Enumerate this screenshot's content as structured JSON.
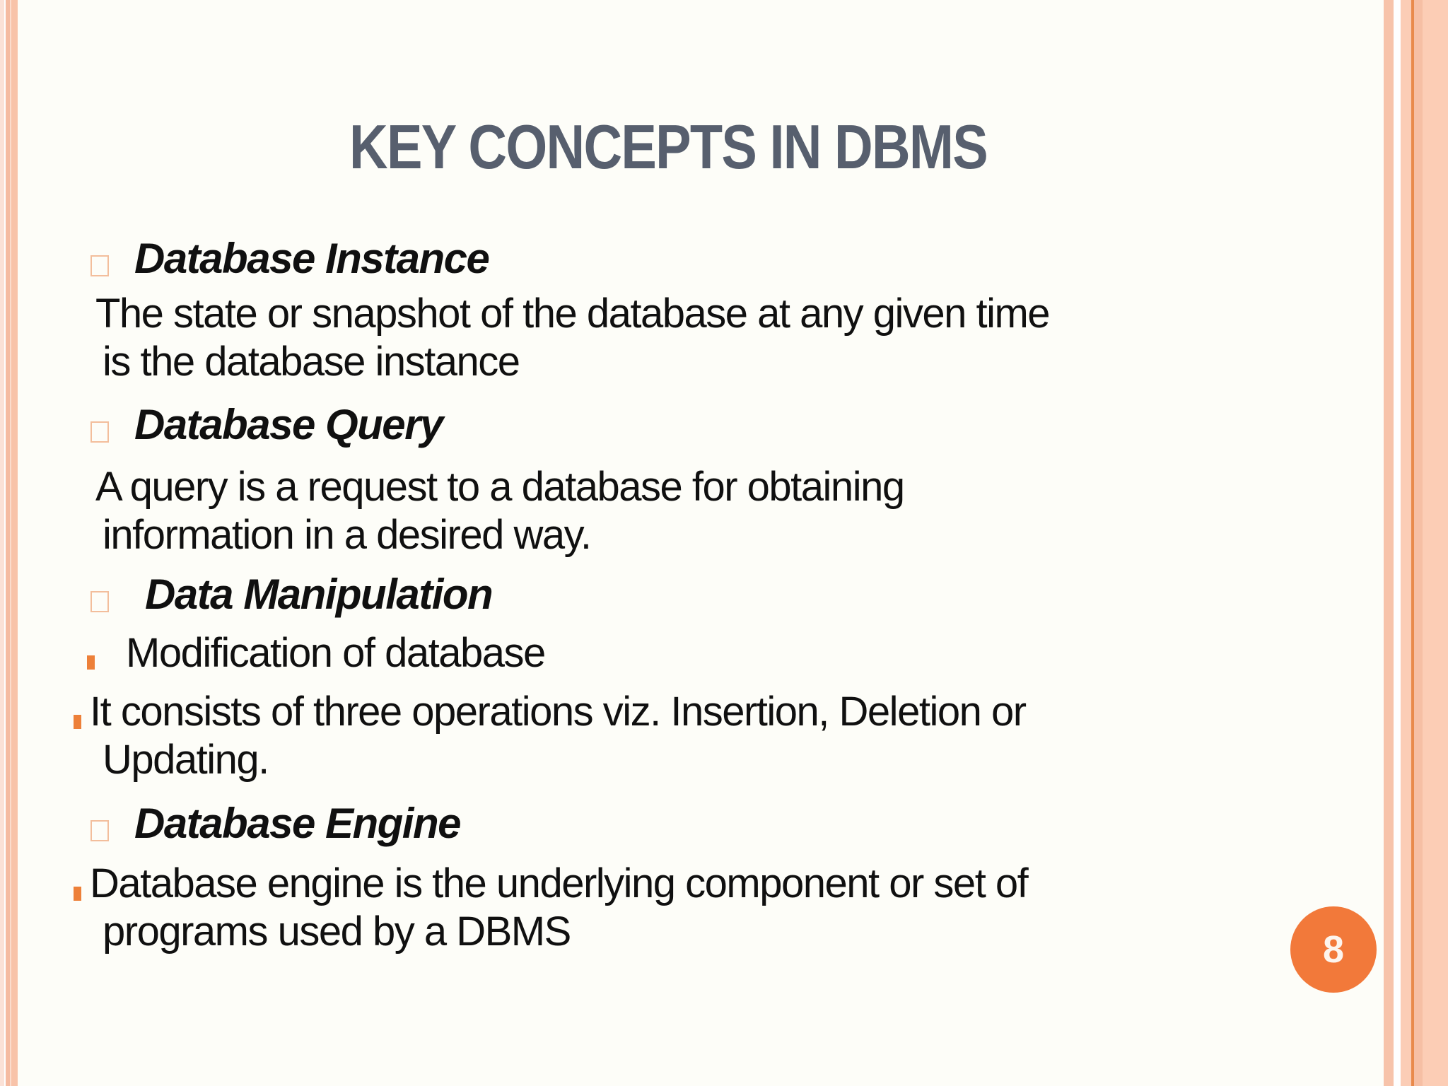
{
  "slide": {
    "title": "KEY CONCEPTS IN DBMS",
    "page_number": "8",
    "content": {
      "heading1": "Database Instance",
      "para1": [
        "The state or snapshot of the database at any given time",
        "is the database instance"
      ],
      "heading2": "Database Query",
      "para2": [
        "A query is a request to a database for obtaining",
        "information in a desired way."
      ],
      "heading3": "Data Manipulation",
      "bullet1": "Modification of database",
      "bullet2": [
        "It consists of three operations viz. Insertion, Deletion or",
        "Updating."
      ],
      "heading4": "Database Engine",
      "bullet3": [
        "Database engine is the underlying component or set of",
        "programs used by a DBMS"
      ]
    },
    "markers": {
      "heading_bullet": "hollow-square",
      "sub_bullet": "filled-square"
    },
    "colors": {
      "title_text": "#575F6E",
      "body_text": "#101010",
      "heading_bullet_outline": "#F3BE9C",
      "sub_bullet_fill": "#ED8039",
      "page_circle": "#F2793A",
      "page_number_text": "#FDF5EE",
      "border_salmon": "#F8C3A9",
      "border_accent_line": "#E98A4B",
      "background": "#FDFDF8"
    }
  }
}
